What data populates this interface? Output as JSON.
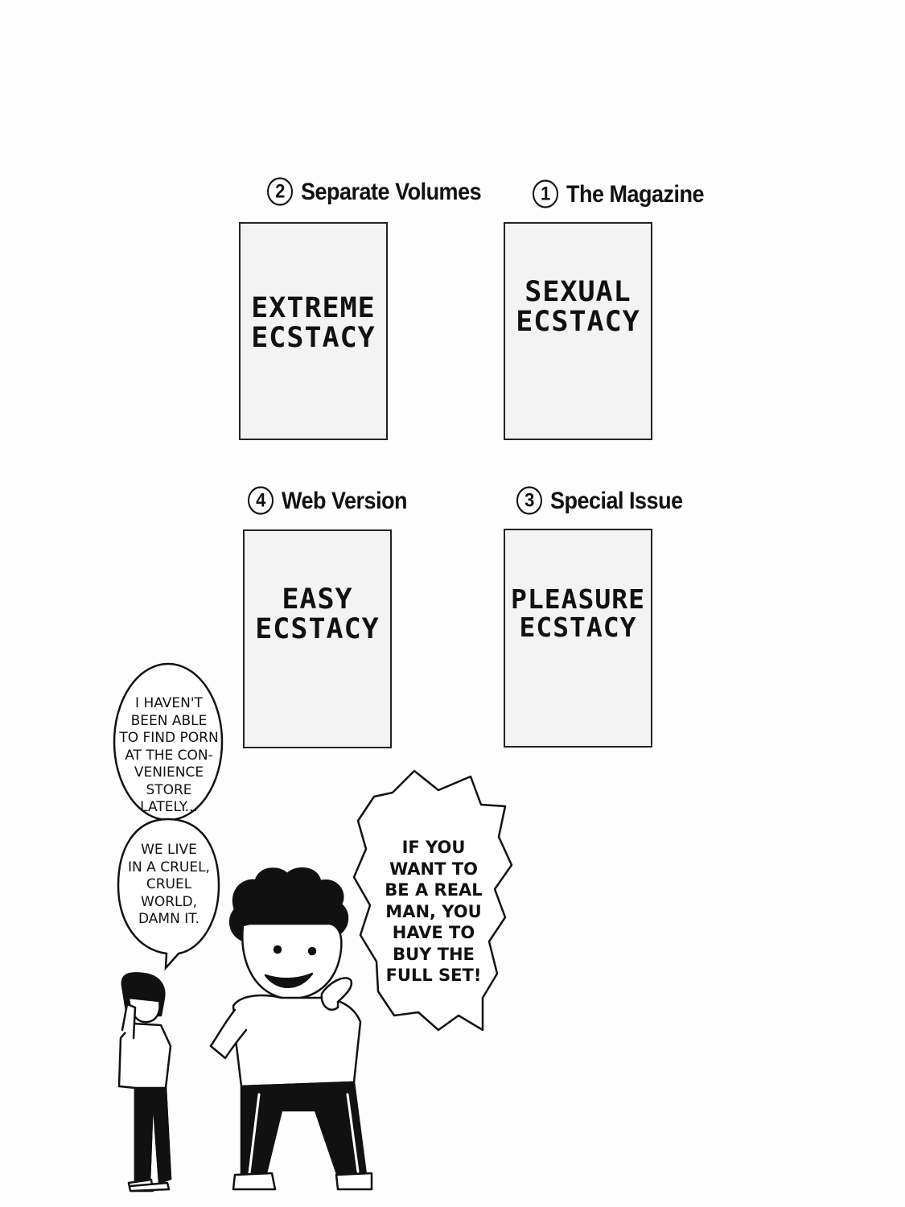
{
  "editions": [
    {
      "number": "2",
      "label": "Separate Volumes",
      "cover_title": "EXTREME\nECSTACY"
    },
    {
      "number": "1",
      "label": "The Magazine",
      "cover_title": "SEXUAL\nECSTACY"
    },
    {
      "number": "4",
      "label": "Web Version",
      "cover_title": "EASY\nECSTACY"
    },
    {
      "number": "3",
      "label": "Special Issue",
      "cover_title": "PLEASURE\nECSTACY"
    }
  ],
  "dialogue": {
    "bubble_1": "I HAVEN'T\nBEEN ABLE\nTO FIND PORN\nAT THE CON-\nVENIENCE\nSTORE\nLATELY...",
    "bubble_2": "WE LIVE\nIN A CRUEL,\nCRUEL\nWORLD,\nDAMN IT.",
    "bubble_3": "IF YOU\nWANT TO\nBE A REAL\nMAN, YOU\nHAVE TO\nBUY THE\nFULL SET!"
  }
}
